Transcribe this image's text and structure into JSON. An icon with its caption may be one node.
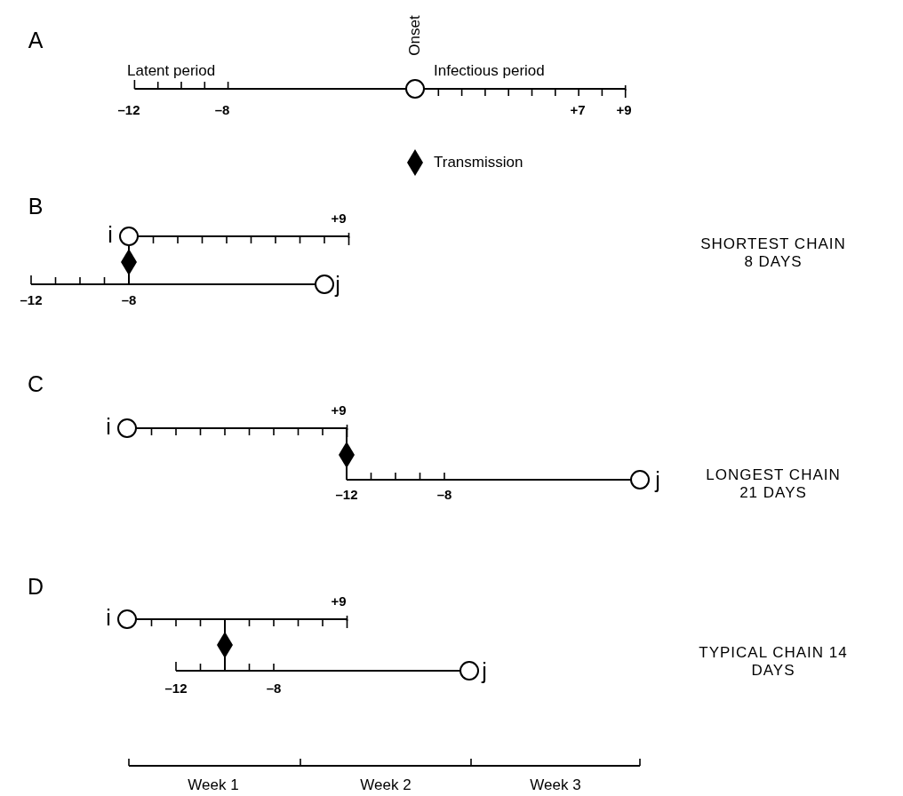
{
  "diagram": {
    "labels": [
      "A",
      "Onset",
      "Latent period",
      "Infectious period",
      "–12",
      "–8",
      "+7",
      "+9",
      "B",
      "+9",
      "i",
      "SHORTEST CHAIN 8 DAYS",
      "j",
      "–12",
      "–8",
      "C",
      "+9",
      "i",
      "j",
      "LONGEST CHAIN 21 DAYS",
      "–12",
      "–8",
      "D",
      "+9",
      "i",
      "j",
      "TYPICAL CHAIN 14 DAYS",
      "–12",
      "–8",
      "Week 1",
      "Week 2",
      "Week 3"
    ],
    "legend": [
      {
        "text": "Transmission"
      }
    ]
  }
}
